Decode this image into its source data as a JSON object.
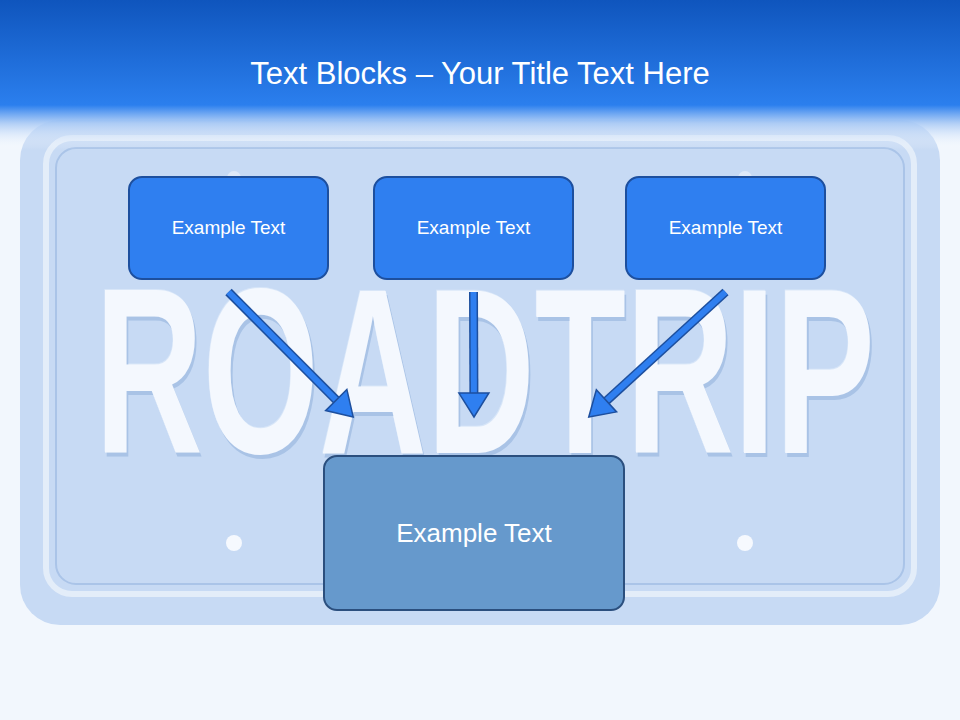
{
  "diagram": {
    "title": "Text Blocks – Your Title Text Here",
    "nodes": [
      {
        "text": [
          "Example Text"
        ]
      },
      {
        "text": [
          "Example Text"
        ]
      },
      {
        "text": [
          "Example Text"
        ]
      },
      {
        "text": [
          "Example Text"
        ]
      }
    ],
    "edges": [
      {
        "from": 0,
        "to": 3,
        "arrow": "to"
      },
      {
        "from": 1,
        "to": 3,
        "arrow": "to"
      },
      {
        "from": 2,
        "to": 3,
        "arrow": "to"
      }
    ],
    "labels": [
      "ROADTRIP"
    ]
  }
}
